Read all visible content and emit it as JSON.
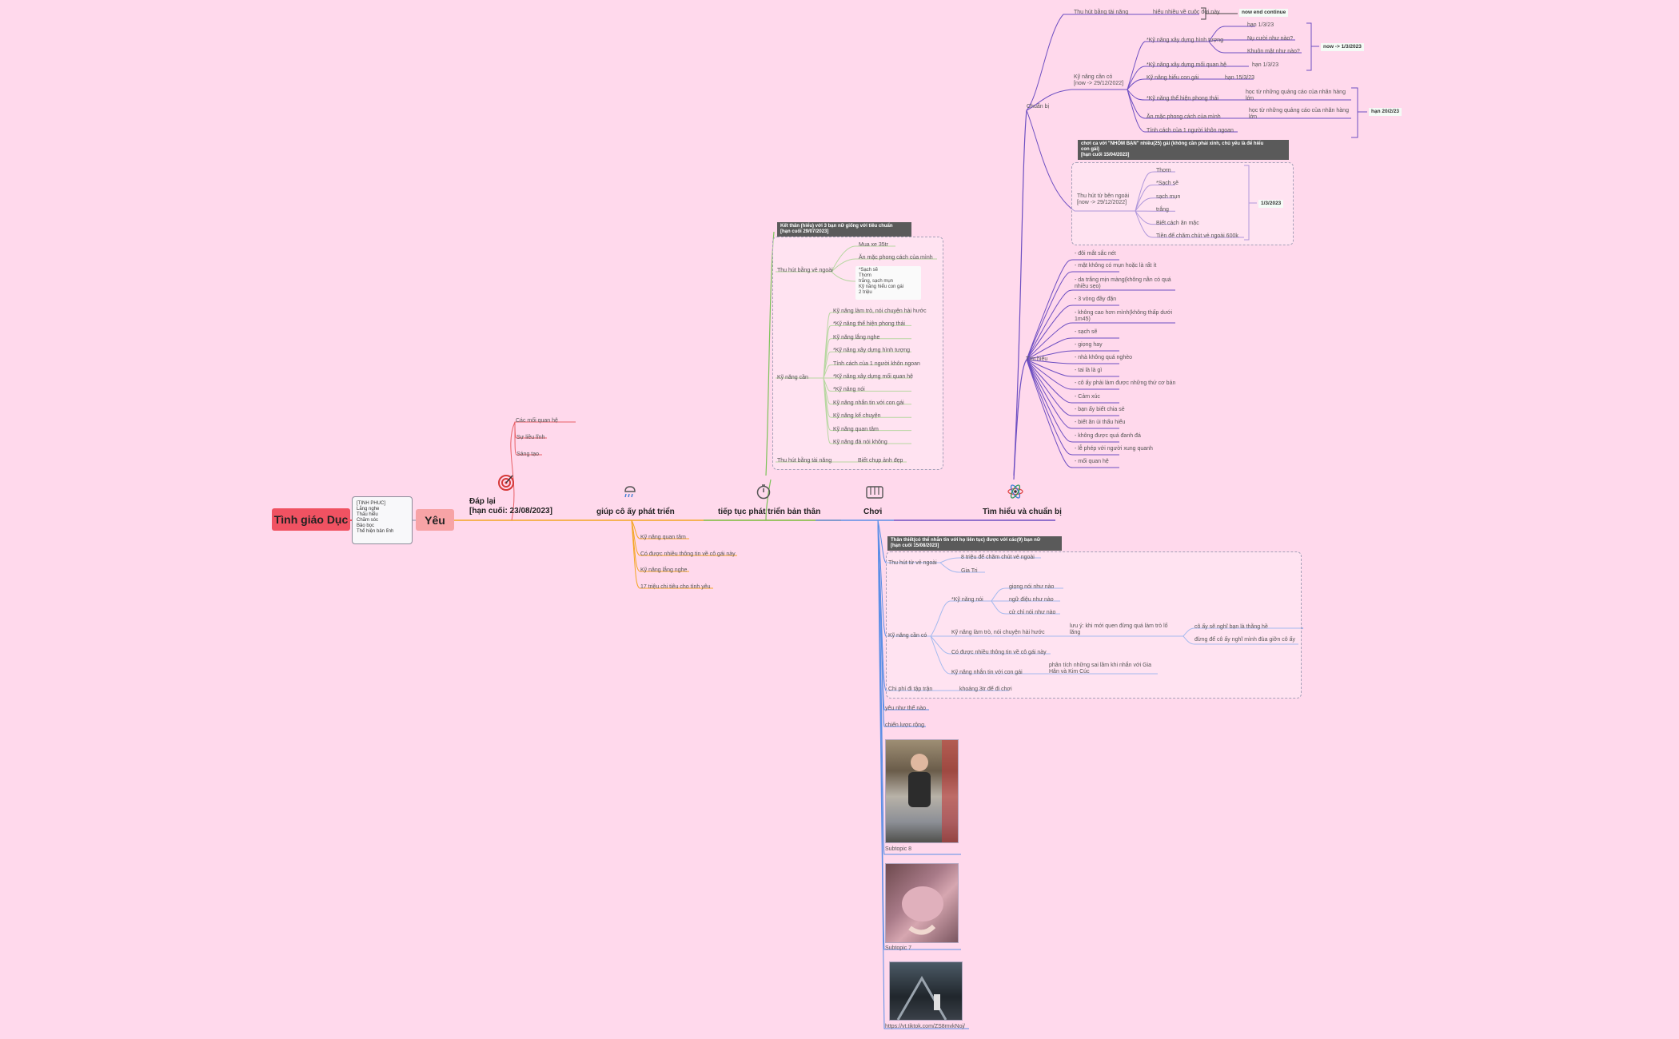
{
  "root": {
    "label": "Tình giáo Dục",
    "color": "#f05262"
  },
  "love": {
    "label": "Yêu",
    "color": "#f7a3a6"
  },
  "note": [
    "[TINH PHUC]",
    "Lắng nghe",
    "Thấu hiểu",
    "Chăm sóc",
    "Bảo bọc",
    "Thể hiện bản lĩnh"
  ],
  "branches": {
    "dap_lai": {
      "title1": "Đáp lại",
      "title2": "[hạn cuối: 23/08/2023]",
      "color": "#f4a623",
      "icon": "target-icon"
    },
    "giup": {
      "title": "giúp cô ấy phát triển",
      "color": "#f4a623",
      "icon": "weather-icon"
    },
    "tiep_tuc": {
      "title": "tiếp tục phát triển bản thân",
      "color": "#7dc35a",
      "icon": "stopwatch-icon"
    },
    "choi": {
      "title": "Chơi",
      "color": "#5b8ee6",
      "icon": "piano-icon"
    },
    "tim_hieu": {
      "title": "Tìm hiểu và chuẩn bị",
      "color": "#6e4fc2",
      "icon": "atom-icon"
    }
  },
  "dap_lai_items": [
    "Các mối quan hệ",
    "Sự liều lĩnh",
    "Sáng tạo"
  ],
  "giup_items": [
    "Kỹ năng quan tâm",
    "Có được nhiều thông tin về cô gái này",
    "Kỹ năng lắng nghe",
    "17 triệu chi tiêu cho tình yêu"
  ],
  "tiep_tuc": {
    "head": [
      "Kết thân (hiểu) với 3 bạn nữ giống với tiêu chuẩn",
      "[hạn cuối 29/07/2023]"
    ],
    "ngoai": "Thu hút bằng vẻ ngoài",
    "ngoai_items": [
      "Mua xe 35tr",
      "Ăn mặc phong cách của mình"
    ],
    "ngoai_note": [
      "*Sạch sẽ",
      "Thơm",
      "trắng, sạch mụn",
      "Kỹ năng hiểu con gái",
      "2 triệu"
    ],
    "kynang": "Kỹ năng cần",
    "kynang_items": [
      "Kỹ năng làm trò, nói chuyện hài hước",
      "*Kỹ năng thể hiện phong thái",
      "Kỹ năng lắng nghe",
      "*Kỹ năng xây dựng hình tượng",
      "Tính cách của 1 người khôn ngoan",
      "*Kỹ năng xây dựng mối quan hệ",
      "*Kỹ năng nói",
      "Kỹ năng nhắn tin với con gái",
      "Kỹ năng kể chuyện",
      "Kỹ năng quan tâm",
      "Kỹ năng đá nói không"
    ],
    "tainang": "Thu hút bằng tài năng",
    "tainang_item": "Biết chụp ảnh đẹp"
  },
  "choi": {
    "head": [
      "Thân thiết(có thể nhắn tin với họ liên tục) được với các(9) bạn nữ",
      "[hạn cuối 15/08/2023]"
    ],
    "ngoai": "Thu hút từ vẻ ngoài",
    "ngoai_items": [
      "8 triệu để chăm chút vẻ ngoài",
      "Gia Tri"
    ],
    "kynang": "Kỹ năng cần có",
    "noi": "*Kỹ năng nói",
    "noi_items": [
      "giọng nói như nào",
      "ngữ điệu như nào",
      "cử chỉ nói như nào"
    ],
    "lamtro": "Kỹ năng làm trò, nói chuyện hài hước",
    "luu_y": [
      "lưu ý: khi mới quen đừng quá làm trò lố",
      "lăng"
    ],
    "luu_y_items": [
      "cô ấy sẽ nghĩ bạn là thằng hề",
      "đừng để cô ấy nghĩ mình đùa giỡn cô ấy"
    ],
    "thongtin": "Có được nhiều thông tin về cô gái này",
    "nhantin": "Kỹ năng nhắn tin với con gái",
    "nhantin_note": [
      "phân tích những sai lầm khi nhắn với Gia",
      "Hân và Kim Cúc"
    ],
    "chiphi": "Chi phí đi tập trận",
    "chiphi_item": "khoảng 3tr để đi chơi",
    "extra": [
      "yêu như thế nào",
      "chiến lược rộng"
    ],
    "sub8": "Subtopic 8",
    "sub7": "Subtopic 7",
    "link": "https://vt.tiktok.com/ZS8mvkNoj/"
  },
  "tim_hieu": {
    "chuanbi": "Chuẩn bị",
    "tainang": "Thu hút bằng tài năng",
    "tainang_item": "hiểu nhiều về cuộc đời này",
    "now_end": "now end continue",
    "kynang": [
      "Kỹ năng cần có",
      "[now -> 29/12/2022]"
    ],
    "hinhtuong": "*Kỹ năng xây dựng hình tượng",
    "hinhtuong_items": [
      "hạn 1/3/23",
      "Nụ cười như nào?",
      "Khuôn mặt như nào?"
    ],
    "now_tag": "now -> 1/3/2023",
    "quanhe": "*Kỹ năng xây dựng mối quan hệ",
    "quanhe_item": "hạn 1/3/23",
    "hieucongai": "Kỹ năng hiểu con gái",
    "hieucongai_item": "hạn 15/3/23",
    "phongthai": "*Kỹ năng thể hiện phong thái",
    "phongthai_item": [
      "học từ những quảng cáo của nhãn hàng",
      "lớn"
    ],
    "anmac": "Ăn mặc phong cách của mình",
    "anmac_item": [
      "học từ những quảng cáo của nhãn hàng",
      "lớn"
    ],
    "han20": "hạn 20/2/23",
    "tinhcach": "Tính cách của 1 người khôn ngoan",
    "head": [
      "chơi ca với \"NHÓM BẠN\" nhiều(25) gái (không cần phải xinh, chủ yếu là để hiểu",
      "con gái)",
      "[hạn cuối 15/04/2023]"
    ],
    "ngoai": [
      "Thu hút từ bên ngoài",
      "[now -> 29/12/2022]"
    ],
    "ngoai_items": [
      "Thơm",
      "*Sạch sẽ",
      "sạch mụn",
      "trắng",
      "Biết cách ăn mặc",
      "Tiền để chăm chút vẻ ngoài 600k"
    ],
    "tag_13": "1/3/2023",
    "timhieu": "Tìm hiểu",
    "timhieu_items": [
      "- đôi mắt sắc nét",
      "- mặt không có mụn hoặc là rất ít",
      "- da trắng mịn màng(không nằn có quá nhiều sẹo)",
      "- 3 vòng đầy đặn",
      "- không cao hơn mình(không thấp dưới 1m45)",
      "- sạch sẽ",
      "- giọng hay",
      "- nhà không quá nghèo",
      "- tai là là gì",
      "- cô ấy phải làm được những thứ cơ bản",
      "- Cảm xúc",
      "- bạn ấy biết chia sẻ",
      "- biết ăn ủi thấu hiểu",
      "- không được quá đanh đá",
      "- lễ phép với người xung quanh",
      "- mối quan hệ"
    ]
  }
}
